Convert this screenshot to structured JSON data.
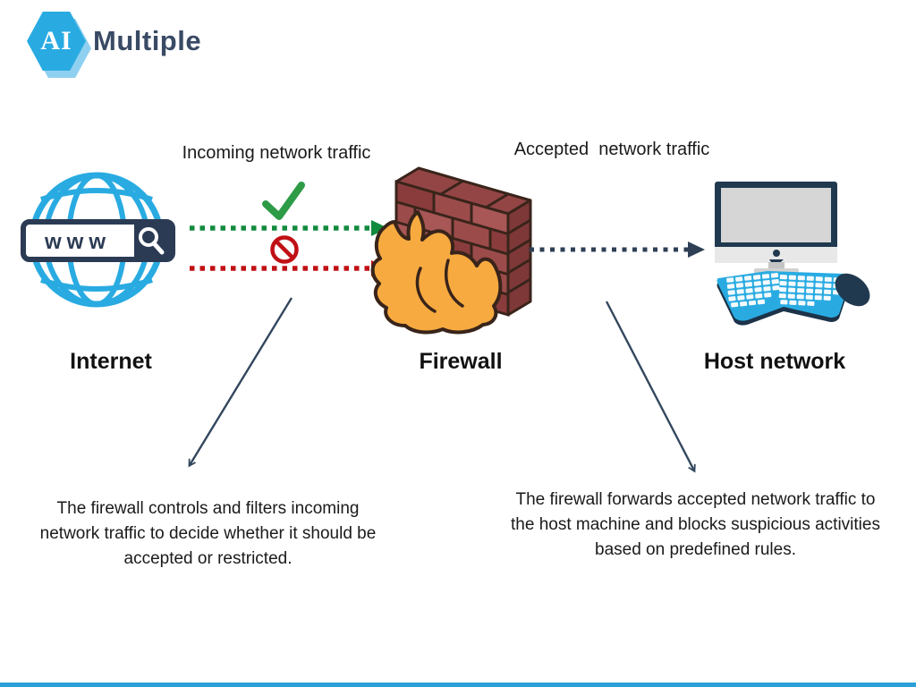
{
  "logo": {
    "badge": "AI",
    "name": "Multiple"
  },
  "globe": {
    "www": "www"
  },
  "flow": {
    "incoming_label": "Incoming network traffic",
    "accepted_label": "Accepted  network traffic"
  },
  "nodes": {
    "internet": "Internet",
    "firewall": "Firewall",
    "host": "Host network"
  },
  "descriptions": {
    "incoming": "The firewall controls and filters incoming network traffic to decide whether it should be accepted or restricted.",
    "forwarding": "The firewall forwards accepted network traffic to the host machine and blocks suspicious activities based on predefined rules."
  },
  "icons": {
    "internet": "globe-www-search-icon",
    "firewall": "brick-wall-flame-icon",
    "host": "desktop-computer-icon",
    "allowed": "green-checkmark-icon",
    "blocked": "red-prohibition-icon"
  },
  "colors": {
    "brand_blue": "#29abe2",
    "navy": "#2e3f55",
    "green_check": "#2e9b47",
    "green_arrow": "#128a3e",
    "red": "#c01015",
    "brick": "#9c4b4b",
    "brick_outline": "#39241a",
    "flame": "#f7aa3f",
    "screen_gray": "#d6d6d6",
    "bottom_bar": "#2d9fd8",
    "text": "#1a1a1a"
  }
}
